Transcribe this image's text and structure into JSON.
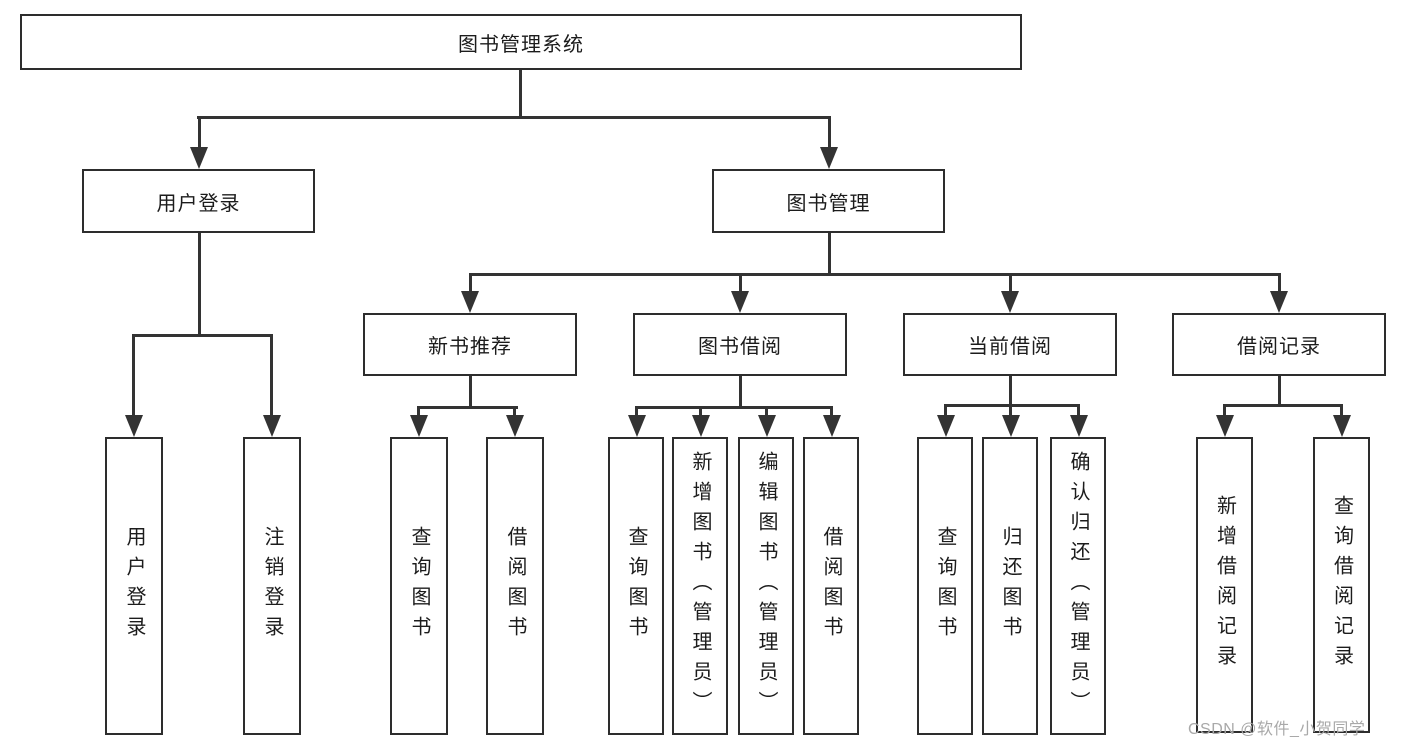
{
  "diagram_type": "hierarchy-tree",
  "root": {
    "label": "图书管理系统"
  },
  "level2": [
    {
      "label": "用户登录"
    },
    {
      "label": "图书管理"
    }
  ],
  "level3": [
    {
      "label": "新书推荐",
      "parent": "图书管理"
    },
    {
      "label": "图书借阅",
      "parent": "图书管理"
    },
    {
      "label": "当前借阅",
      "parent": "图书管理"
    },
    {
      "label": "借阅记录",
      "parent": "图书管理"
    }
  ],
  "leaves": [
    {
      "label": "用户登录",
      "parent": "用户登录"
    },
    {
      "label": "注销登录",
      "parent": "用户登录"
    },
    {
      "label": "查询图书",
      "parent": "新书推荐"
    },
    {
      "label": "借阅图书",
      "parent": "新书推荐"
    },
    {
      "label": "查询图书",
      "parent": "图书借阅"
    },
    {
      "label": "新增图书（管理员）",
      "parent": "图书借阅"
    },
    {
      "label": "编辑图书（管理员）",
      "parent": "图书借阅"
    },
    {
      "label": "借阅图书",
      "parent": "图书借阅"
    },
    {
      "label": "查询图书",
      "parent": "当前借阅"
    },
    {
      "label": "归还图书",
      "parent": "当前借阅"
    },
    {
      "label": "确认归还（管理员）",
      "parent": "当前借阅"
    },
    {
      "label": "新增借阅记录",
      "parent": "借阅记录"
    },
    {
      "label": "查询借阅记录",
      "parent": "借阅记录"
    }
  ],
  "watermark": "CSDN @软件_小贺同学",
  "colors": {
    "line": "#333333",
    "box_border": "#2d2d2d",
    "text": "#1c1c1c",
    "background": "#ffffff",
    "watermark": "#a9a9a9"
  }
}
